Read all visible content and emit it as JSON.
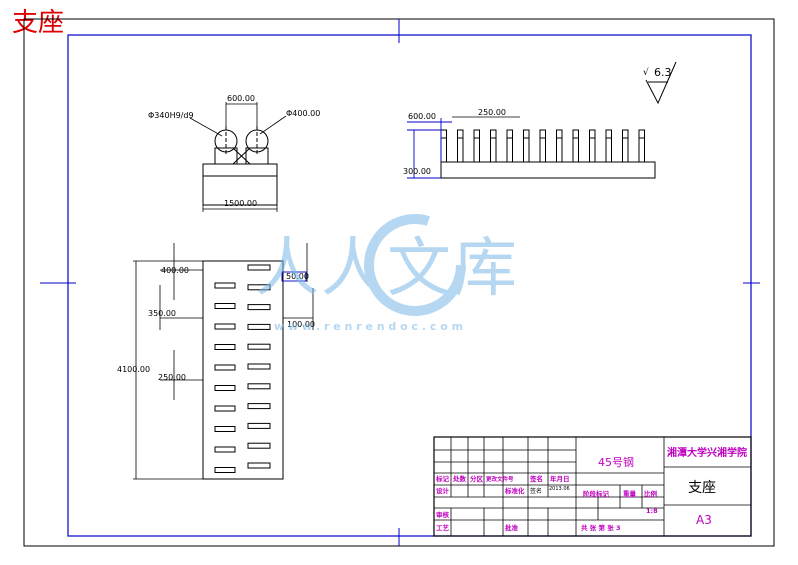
{
  "page_title": "支座",
  "roughness": "6.3",
  "front_view": {
    "fit_label": "Φ340H9/d9",
    "dia_label": "Φ400.00",
    "center_spacing": "600.00",
    "base_width": "1500.00"
  },
  "side_view": {
    "left_offset": "600.00",
    "pitch": "250.00",
    "height": "300.00"
  },
  "plan_view": {
    "overall_length": "4100.00",
    "dim_400": "400.00",
    "dim_350": "350.00",
    "dim_250": "250.00",
    "dim_50": "50.00",
    "dim_100": "100.00"
  },
  "watermark": {
    "text": "人人文库",
    "url": "w w w . r e n r e n d o c . c o m"
  },
  "title_block": {
    "material": "45号钢",
    "school": "湘潭大学兴湘学院",
    "part_name": "支座",
    "sheet_size": "A3",
    "scale": "1:8",
    "header": [
      "标记",
      "处数",
      "分区",
      "更改文件号",
      "签名",
      "年月日"
    ],
    "row_design": [
      "设计",
      "",
      "",
      "标准化",
      "签名",
      "2013.06"
    ],
    "stage_label": "阶段标记",
    "weight_label": "重量",
    "scale_label": "比例",
    "review_label": "审核",
    "process_label": "工艺",
    "approve_label": "批准",
    "sheet_count": "共   张  第  张  3"
  }
}
